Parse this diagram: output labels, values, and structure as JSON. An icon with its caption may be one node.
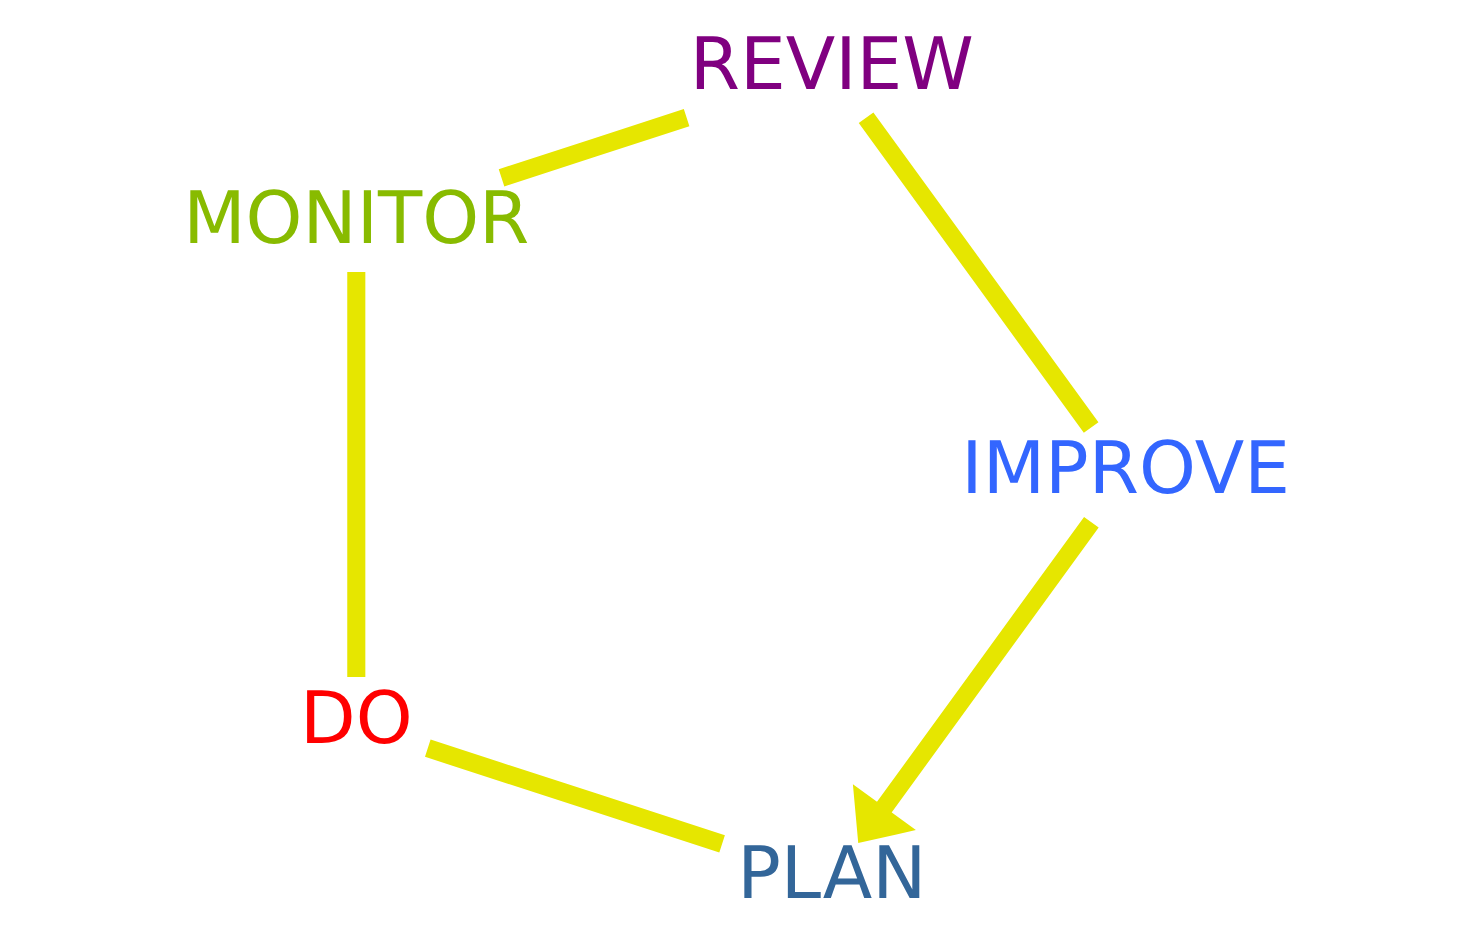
{
  "diagram": {
    "nodes": [
      {
        "text": [
          "PLAN"
        ]
      },
      {
        "text": [
          "DO"
        ]
      },
      {
        "text": [
          "MONITOR"
        ]
      },
      {
        "text": [
          "REVIEW"
        ]
      },
      {
        "text": [
          "IMPROVE"
        ]
      }
    ],
    "edges": [
      {
        "from": 0,
        "to": 1,
        "arrow": "none"
      },
      {
        "from": 1,
        "to": 2,
        "arrow": "none"
      },
      {
        "from": 2,
        "to": 3,
        "arrow": "none"
      },
      {
        "from": 3,
        "to": 4,
        "arrow": "none"
      },
      {
        "from": 4,
        "to": 0,
        "arrow": "to"
      }
    ]
  }
}
